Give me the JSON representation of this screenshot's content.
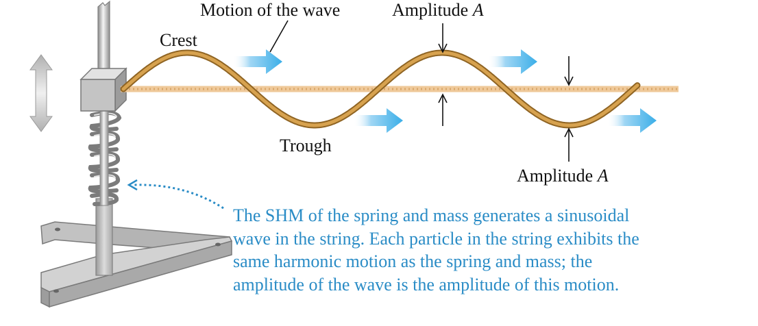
{
  "labels": {
    "motion": "Motion of the wave",
    "amplitude_top_prefix": "Amplitude",
    "amplitude_top_symbol": "A",
    "crest": "Crest",
    "trough": "Trough",
    "amplitude_bottom_prefix": "Amplitude",
    "amplitude_bottom_symbol": "A"
  },
  "caption": [
    "The SHM of the spring and mass generates a sinusoidal",
    "wave in the string.  Each particle in the string exhibits the",
    "same harmonic motion as the spring and mass;  the",
    "amplitude of the wave is the amplitude of this motion."
  ],
  "colors": {
    "string": "#d7a24f",
    "string_edge": "#8f6423",
    "equilibrium": "#efc99a",
    "arrow_blue": "#3aaee8",
    "caption": "#2a8cc6",
    "metal": "#c9c9c9"
  },
  "icons": {
    "oscillation": "double-headed-vertical-arrow-icon",
    "motion": "right-arrow-icon"
  }
}
